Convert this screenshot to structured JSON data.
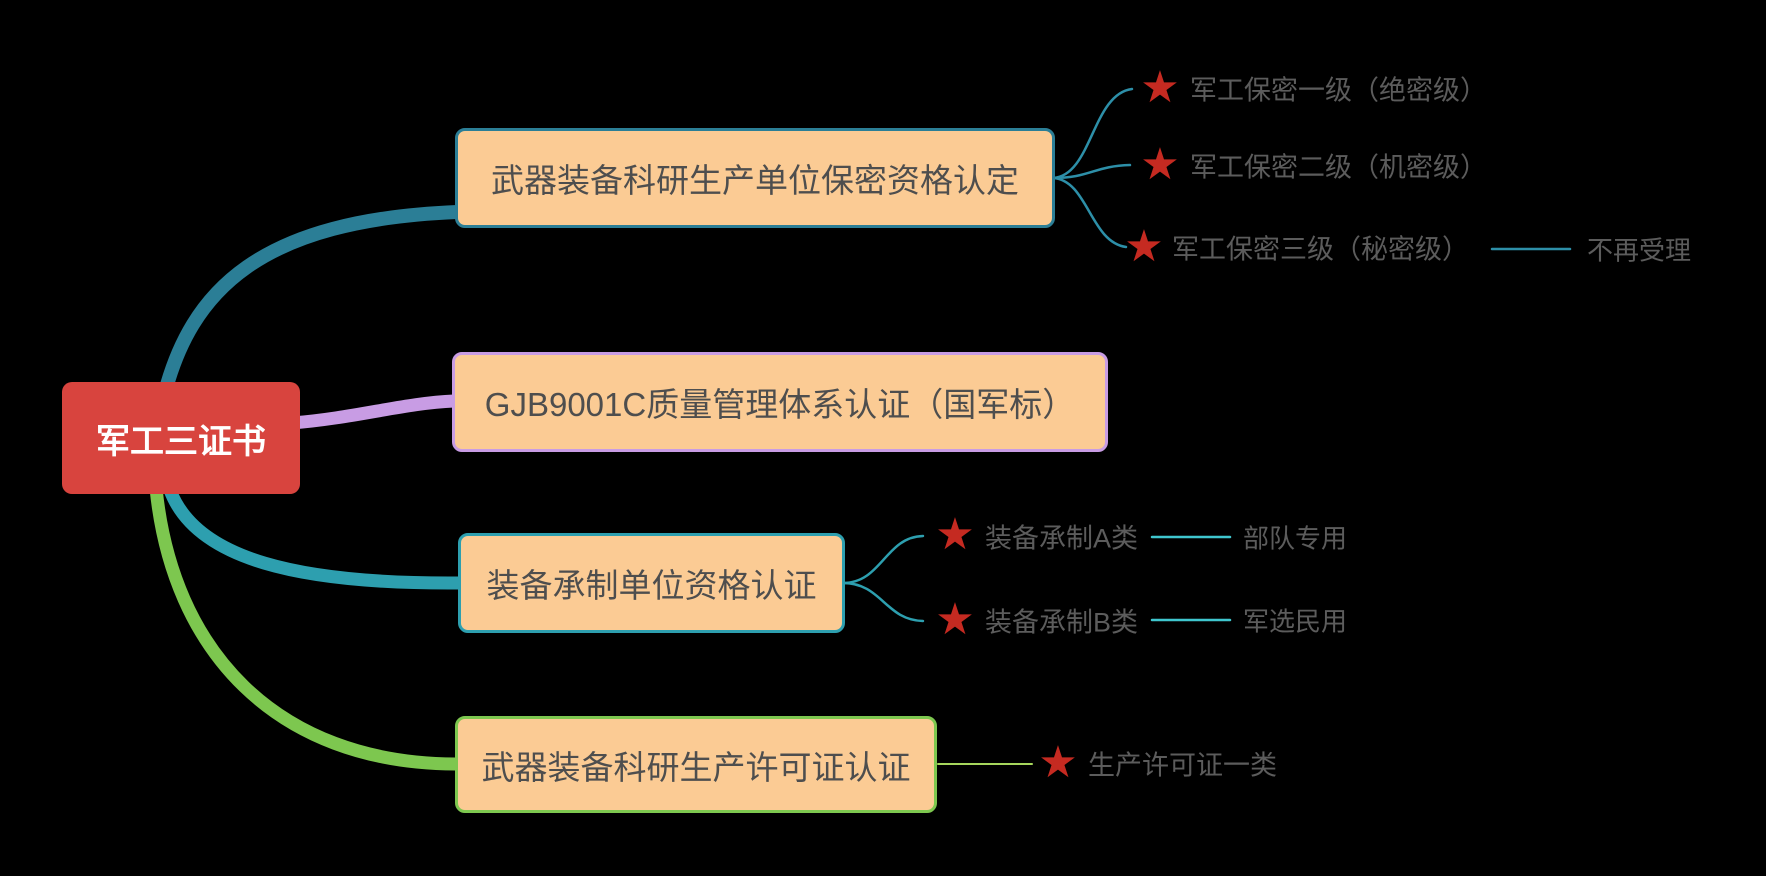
{
  "root": {
    "label": "军工三证书"
  },
  "branches": [
    {
      "label": "武器装备科研生产单位保密资格认定",
      "children": [
        {
          "label": "军工保密一级（绝密级）"
        },
        {
          "label": "军工保密二级（机密级）"
        },
        {
          "label": "军工保密三级（秘密级）",
          "note": "不再受理"
        }
      ]
    },
    {
      "label": "GJB9001C质量管理体系认证（国军标）",
      "children": []
    },
    {
      "label": "装备承制单位资格认证",
      "children": [
        {
          "label": "装备承制A类",
          "note": "部队专用"
        },
        {
          "label": "装备承制B类",
          "note": "军选民用"
        }
      ]
    },
    {
      "label": "武器装备科研生产许可证认证",
      "children": [
        {
          "label": "生产许可证一类"
        }
      ]
    }
  ],
  "icons": {
    "star_glyph": "★"
  },
  "colors": {
    "background": "#000000",
    "root_bg": "#d8443e",
    "root_text": "#ffffff",
    "node_fill": "#fbcb94",
    "node_text": "#4e4e4e",
    "sub_text": "#5c5c5c",
    "star": "#c52a21",
    "branch1": "#2b7e96",
    "branch1_sub": "#2d8fa8",
    "branch2": "#c89ce4",
    "branch3": "#2d9faf",
    "branch3_sub": "#3fc6ce",
    "branch4": "#7dc74f",
    "branch4_sub": "#a6d65c"
  }
}
